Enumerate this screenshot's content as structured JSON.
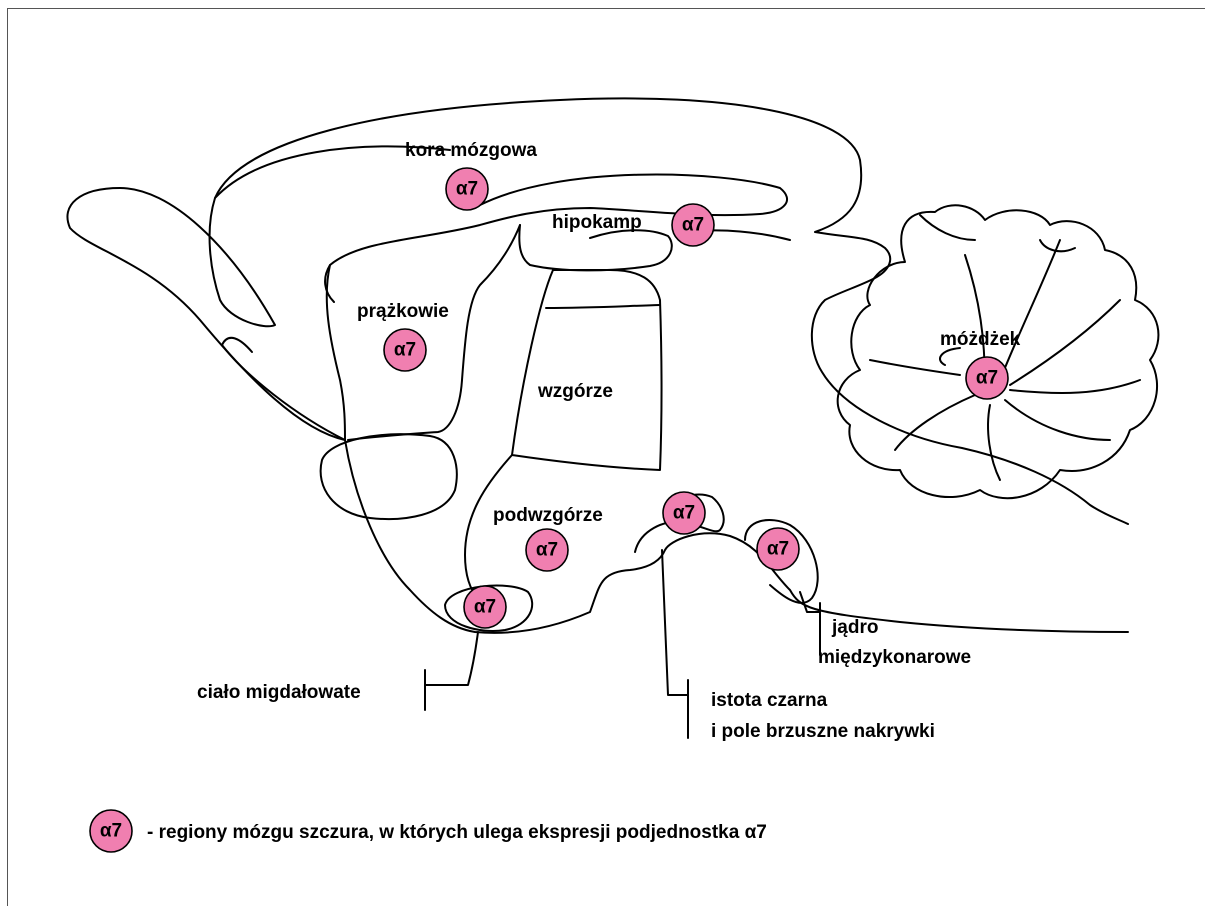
{
  "marker": {
    "text": "α7",
    "fill": "#f07fb0"
  },
  "labels": {
    "cortex": "kora mózgowa",
    "hippocampus": "hipokamp",
    "striatum": "prążkowie",
    "thalamus": "wzgórze",
    "hypothalamus": "podwzgórze",
    "cerebellum": "móżdżek",
    "amygdala": "ciało migdałowate",
    "substantia_nigra_line1": "istota czarna",
    "substantia_nigra_line2": "i pole brzuszne nakrywki",
    "interpeduncular_line1": "jądro",
    "interpeduncular_line2": "międzykonarowe"
  },
  "legend": {
    "marker_text": "α7",
    "text": "- regiony mózgu szczura, w których ulega ekspresji podjednostka α7"
  }
}
